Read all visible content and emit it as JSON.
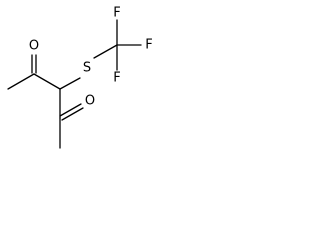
{
  "molecule": {
    "atoms": {
      "o1": "O",
      "o2": "O",
      "s": "S",
      "f1": "F",
      "f2": "F",
      "f3": "F"
    }
  }
}
